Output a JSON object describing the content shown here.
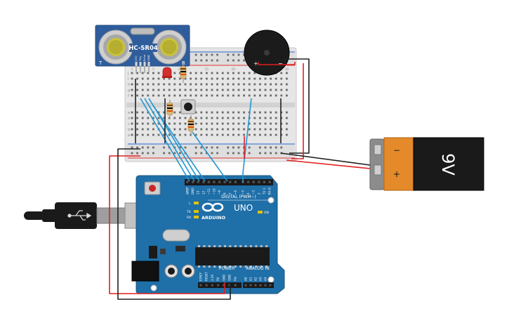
{
  "sensor": {
    "model": "HC-SR04",
    "pins": [
      "VCC",
      "Trig",
      "Echo",
      "GND"
    ],
    "corner_left": "T",
    "corner_right": "R"
  },
  "buzzer": {
    "plus": "+",
    "minus": "−"
  },
  "battery": {
    "voltage": "9V",
    "minus": "−",
    "plus": "+"
  },
  "arduino": {
    "brand": "ARDUINO",
    "model": "UNO",
    "digital_label": "DIGITAL (PWM~)",
    "power_label": "POWER",
    "analog_label": "ANALOG IN",
    "on_label": "ON",
    "led_l": "L",
    "led_tx": "TX",
    "led_rx": "RX",
    "digital_pins": [
      "AREF",
      "GND",
      "13",
      "12",
      "~11",
      "~10",
      "~9",
      "8",
      "7",
      "~6",
      "~5",
      "4",
      "~3",
      "2",
      "TX 1",
      "RX 0"
    ],
    "power_pins": [
      "IOREF",
      "RESET",
      "3.3V",
      "5V",
      "GND",
      "GND",
      "Vin"
    ],
    "analog_pins": [
      "A0",
      "A1",
      "A2",
      "A3",
      "A4",
      "A5"
    ]
  },
  "breadboard": {
    "col_numbers": [
      "1",
      "5",
      "10",
      "15",
      "20",
      "25",
      "30"
    ],
    "row_letters_top": [
      "j",
      "i",
      "h",
      "g",
      "f"
    ],
    "row_letters_bottom": [
      "e",
      "d",
      "c",
      "b",
      "a"
    ]
  },
  "colors": {
    "wire_red": "#e02020",
    "wire_black": "#202020",
    "wire_blue": "#2196d3",
    "arduino_blue": "#1f6fa8",
    "sensor_blue": "#2f5d9c",
    "battery_orange": "#e48a2a"
  }
}
